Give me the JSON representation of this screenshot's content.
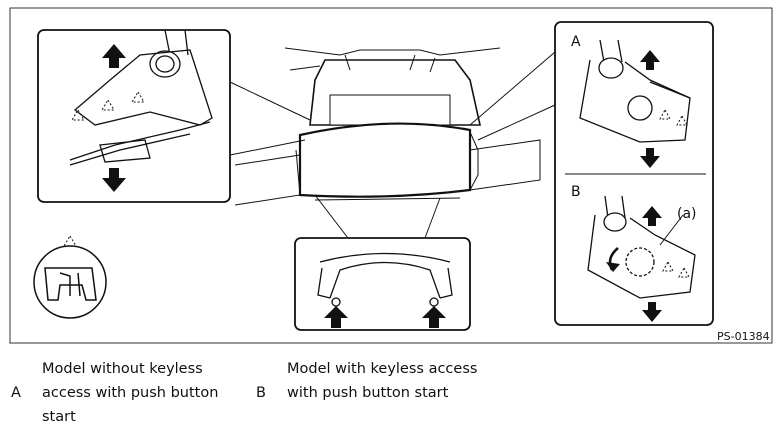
{
  "figure": {
    "code": "PS-01384",
    "panel_label_a": "A",
    "panel_label_b": "B",
    "callout_a": "(a)"
  },
  "legend": [
    {
      "key": "A",
      "text": "Model without keyless access with push button start"
    },
    {
      "key": "B",
      "text": "Model with keyless access with push button start"
    }
  ]
}
